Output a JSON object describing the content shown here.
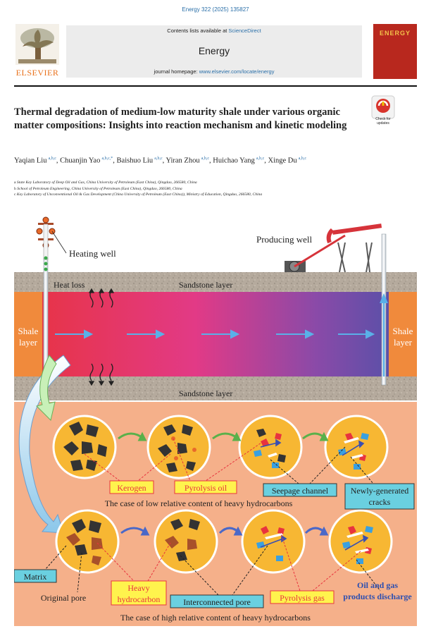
{
  "journal_ref": "Energy 322 (2025) 135827",
  "masthead": {
    "publisher": "ELSEVIER",
    "contents_prefix": "Contents lists available at ",
    "contents_link": "ScienceDirect",
    "journal_name": "Energy",
    "homepage_prefix": "journal homepage: ",
    "homepage_link": "www.elsevier.com/locate/energy",
    "cover_title": "ENERGY"
  },
  "check_updates": {
    "line1": "Check for",
    "line2": "updates"
  },
  "article": {
    "title": "Thermal degradation of medium-low maturity shale under various organic matter compositions: Insights into reaction mechanism and kinetic modeling",
    "authors": [
      {
        "name": "Yaqian Liu",
        "sup": "a,b,c",
        "sep": ", "
      },
      {
        "name": "Chuanjin Yao",
        "sup": "a,b,c,*",
        "sep": ", "
      },
      {
        "name": "Baishuo Liu",
        "sup": "a,b,c",
        "sep": ", "
      },
      {
        "name": "Yiran Zhou",
        "sup": "a,b,c",
        "sep": ", "
      },
      {
        "name": "Huichao Yang",
        "sup": "a,b,c",
        "sep": ", "
      },
      {
        "name": "Xinge Du",
        "sup": "a,b,c",
        "sep": ""
      }
    ],
    "affiliations": [
      {
        "key": "a",
        "text": "State Key Laboratory of Deep Oil and Gas, China University of Petroleum (East China), Qingdao, 266580, China"
      },
      {
        "key": "b",
        "text": "School of Petroleum Engineering, China University of Petroleum (East China), Qingdao, 266580, China"
      },
      {
        "key": "c",
        "text": "Key Laboratory of Unconventional Oil & Gas Development (China University of Petroleum (East China)), Ministry of Education, Qingdao, 266580, China"
      }
    ]
  },
  "graphic": {
    "heating_well": "Heating well",
    "producing_well": "Producing well",
    "heat_loss": "Heat loss",
    "sandstone_top": "Sandstone layer",
    "sandstone_bottom": "Sandstone layer",
    "shale_left_1": "Shale",
    "shale_left_2": "layer",
    "shale_right_1": "Shale",
    "shale_right_2": "layer",
    "kerogen": "Kerogen",
    "pyrolysis_oil": "Pyrolysis oil",
    "seepage_channel": "Seepage channel",
    "newly_generated_1": "Newly-generated",
    "newly_generated_2": "cracks",
    "case_low": "The case of low relative content of heavy hydrocarbons",
    "matrix": "Matrix",
    "original_pore": "Original pore",
    "heavy_hc_1": "Heavy",
    "heavy_hc_2": "hydrocarbon",
    "interconnected_pore": "Interconnected pore",
    "pyrolysis_gas": "Pyrolysis gas",
    "discharge_1": "Oil and gas",
    "discharge_2": "products discharge",
    "case_high": "The case of high relative content of heavy hydrocarbons"
  },
  "colors": {
    "link": "#2a6fa8",
    "elsevier_orange": "#e9711c",
    "shale_orange": "#f08a3c",
    "sandstone": "#b5aa9d",
    "hot_red": "#e8333e",
    "cool_blue": "#4a52a8",
    "panel_bg": "#f5b08a",
    "particle_yellow": "#f7b733",
    "callout_yellow": "#fff34d",
    "callout_cyan": "#6ad0e0",
    "discharge_blue": "#2d4fb0"
  }
}
